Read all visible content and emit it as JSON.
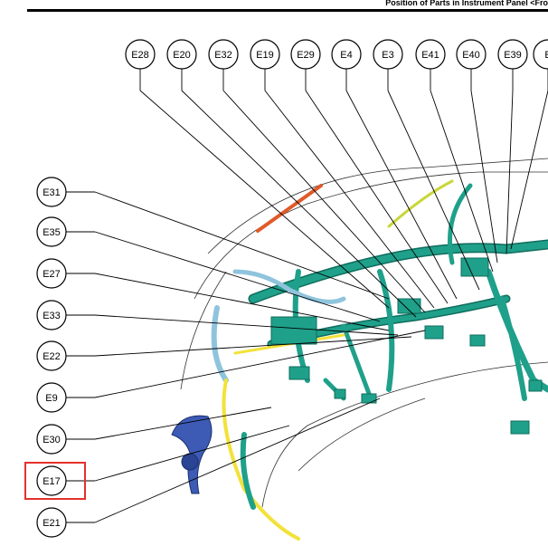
{
  "page": {
    "title": "Position of Parts in Instrument Panel <Fro"
  },
  "connectors": {
    "top": [
      "E28",
      "E20",
      "E32",
      "E19",
      "E29",
      "E4",
      "E3",
      "E41",
      "E40",
      "E39",
      "E"
    ],
    "left": [
      "E31",
      "E35",
      "E27",
      "E33",
      "E22",
      "E9",
      "E30",
      "E17",
      "E21"
    ]
  },
  "highlight": {
    "connector": "E17",
    "color": "#e4312b"
  },
  "colors": {
    "harness": "#1fa08a",
    "harness_dark": "#0f6e5e",
    "blue_duct": "#3d5bb5",
    "light_blue": "#8fc4dd",
    "yellow": "#f2e23a",
    "red_rod": "#e05a2a"
  }
}
